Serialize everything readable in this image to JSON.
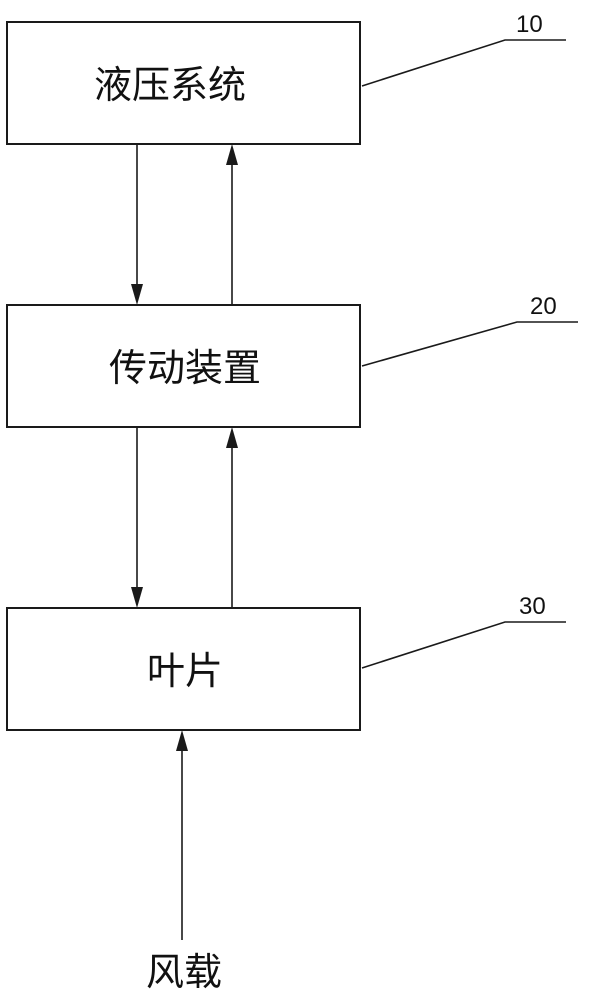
{
  "diagram": {
    "boxes": [
      {
        "id": "hydraulic",
        "label": "液压系统",
        "ref": "10"
      },
      {
        "id": "transmission",
        "label": "传动装置",
        "ref": "20"
      },
      {
        "id": "blade",
        "label": "叶片",
        "ref": "30"
      }
    ],
    "input_label": "风载",
    "colors": {
      "line": "#1a1a1a",
      "text": "#111111",
      "background": "#ffffff"
    }
  }
}
